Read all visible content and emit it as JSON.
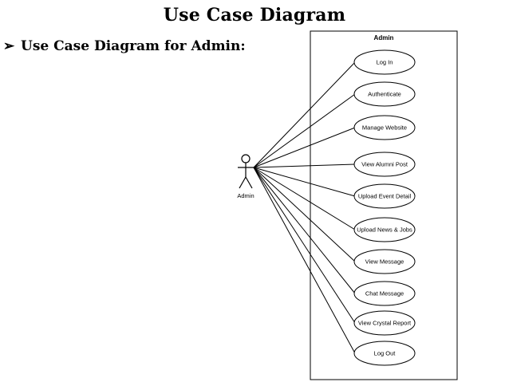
{
  "page": {
    "title": "Use Case Diagram",
    "bullet_glyph": "➢",
    "subtitle": "Use Case Diagram for Admin:"
  },
  "diagram": {
    "system_label": "Admin",
    "actor_label": "Admin",
    "use_cases": [
      "Log In",
      "Authenticate",
      "Manage Website",
      "View Alumni Post",
      "Upload Event Detail",
      "Upload News & Jobs",
      "View Message",
      "Chat Message",
      "View Crystal Report",
      "Log Out"
    ]
  }
}
